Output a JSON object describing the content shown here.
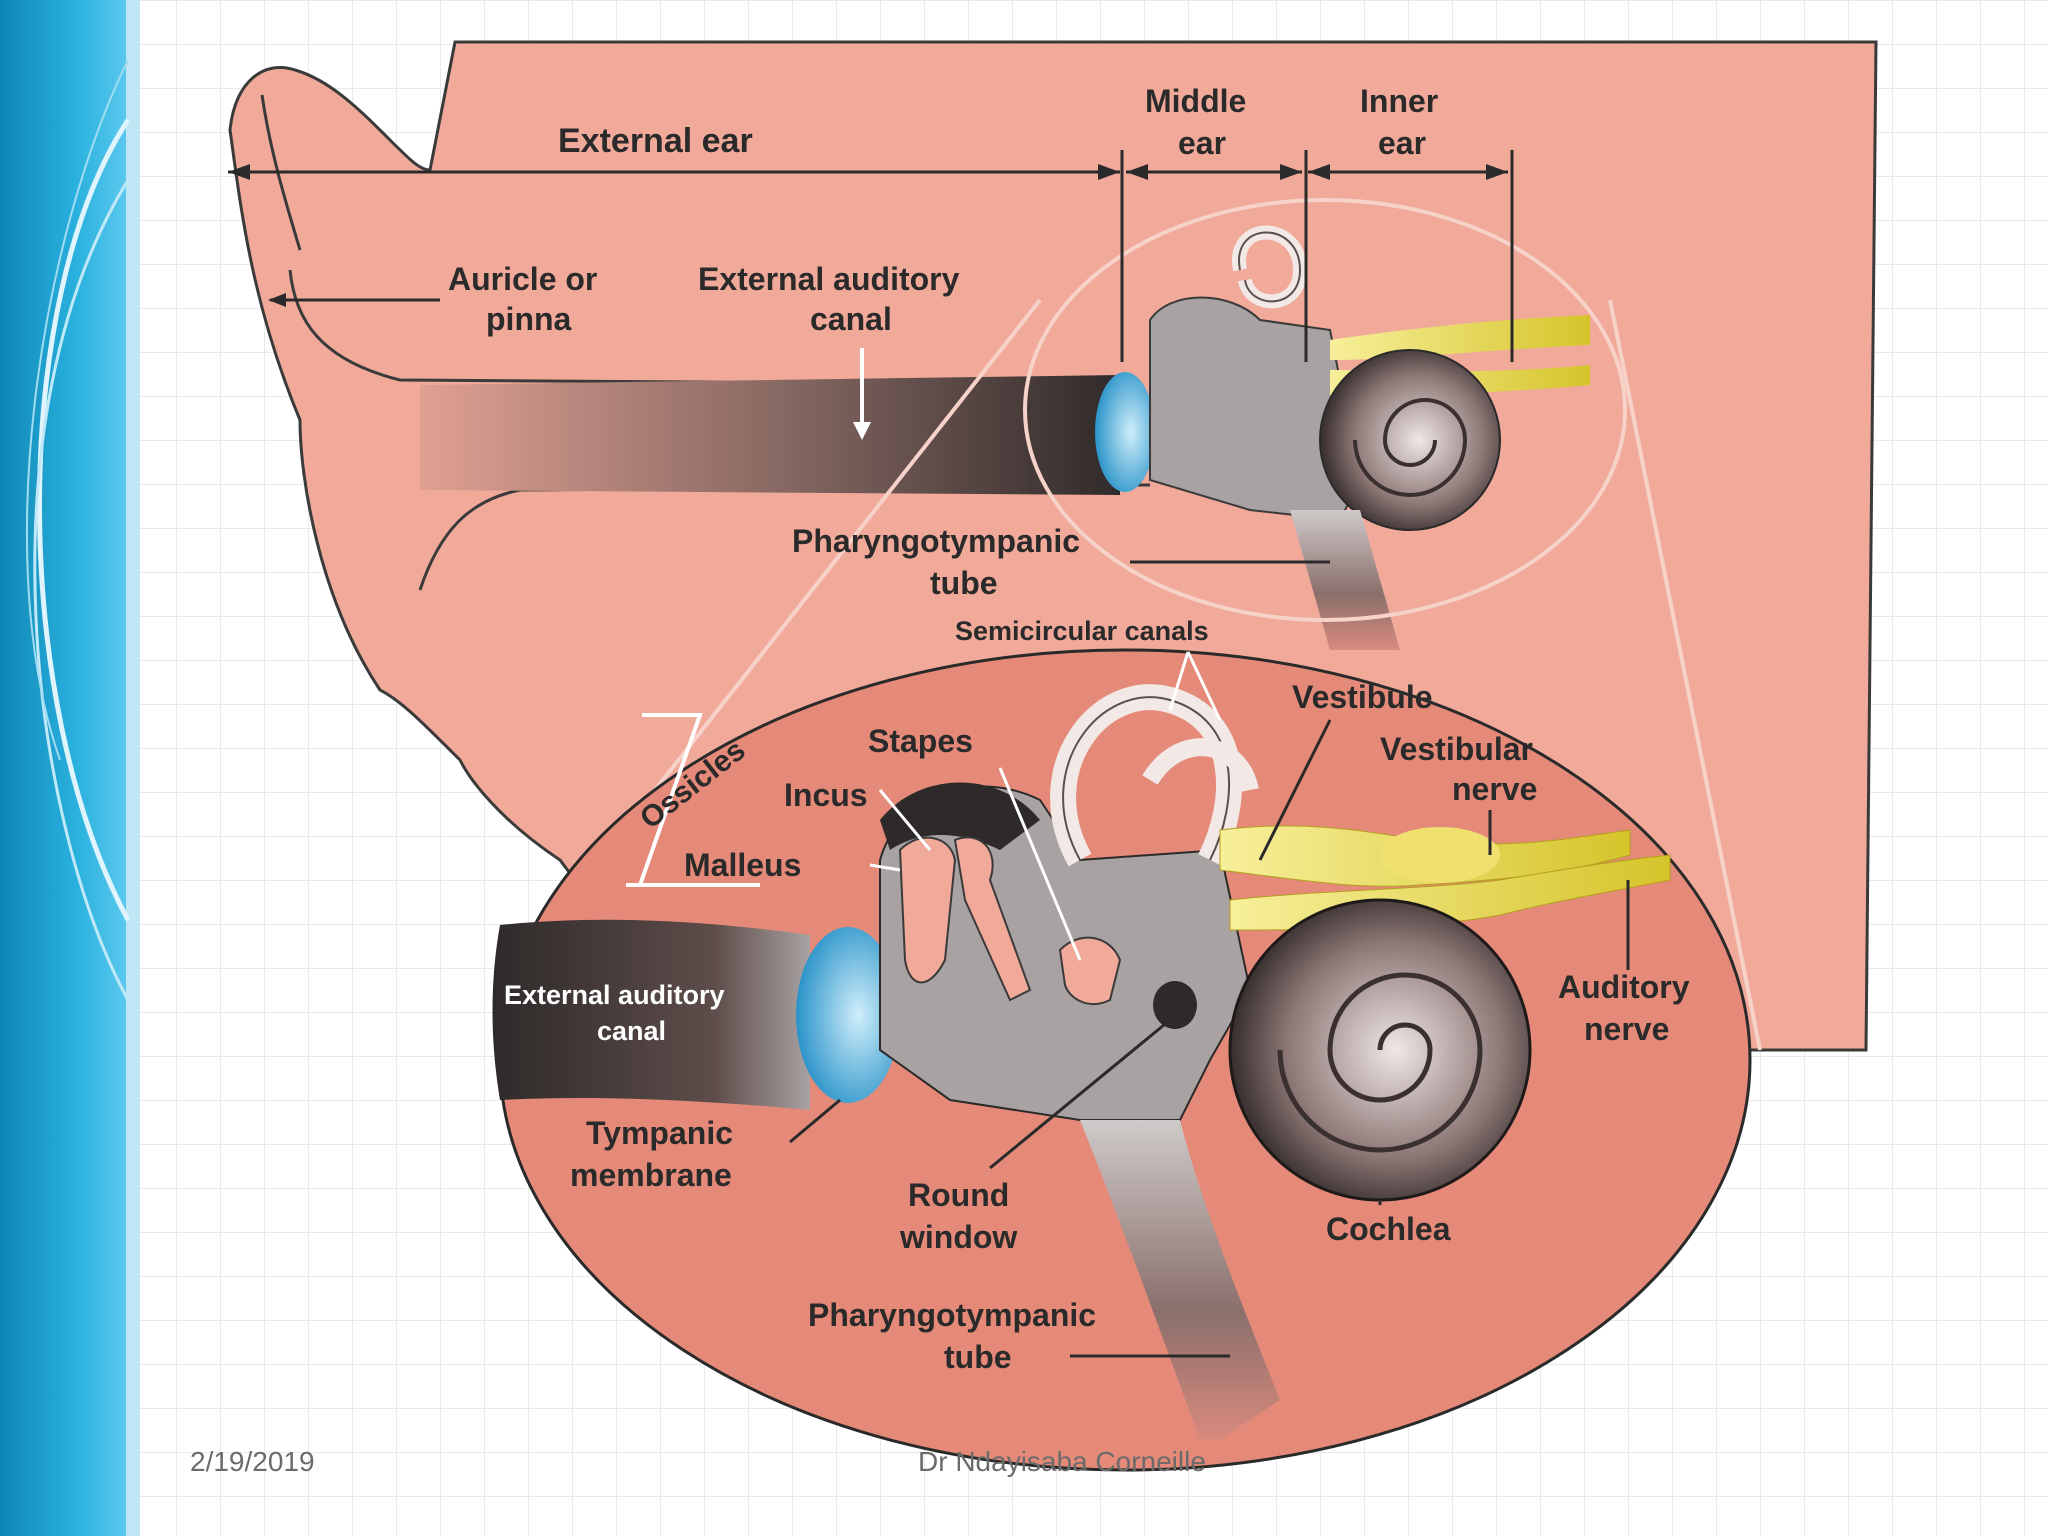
{
  "colors": {
    "skin": "#F1A99A",
    "skin_dark": "#E58A78",
    "accent_blue": "#1E9FCF",
    "nerve": "#E8D84A",
    "bone": "#F2E9E6"
  },
  "diagram": {
    "region_labels": {
      "external_ear": "External ear",
      "middle_ear": [
        "Middle",
        "ear"
      ],
      "inner_ear": [
        "Inner",
        "ear"
      ]
    },
    "top_labels": {
      "auricle": [
        "Auricle or",
        "pinna"
      ],
      "external_auditory_canal": [
        "External auditory",
        "canal"
      ],
      "pharyngotympanic_tube": [
        "Pharyngotympanic",
        "tube"
      ]
    },
    "inset_labels": {
      "semicircular_canals": "Semicircular canals",
      "vestibule": "Vestibule",
      "vestibular_nerve": [
        "Vestibular",
        "nerve"
      ],
      "ossicles": "Ossicles",
      "stapes": "Stapes",
      "incus": "Incus",
      "malleus": "Malleus",
      "external_auditory_canal": [
        "External auditory",
        "canal"
      ],
      "auditory_nerve": [
        "Auditory",
        "nerve"
      ],
      "tympanic_membrane": [
        "Tympanic",
        "membrane"
      ],
      "round_window": [
        "Round",
        "window"
      ],
      "cochlea": "Cochlea",
      "pharyngotympanic_tube": [
        "Pharyngotympanic",
        "tube"
      ]
    }
  },
  "footer": {
    "date": "2/19/2019",
    "author": "Dr Ndayisaba Corneille"
  }
}
